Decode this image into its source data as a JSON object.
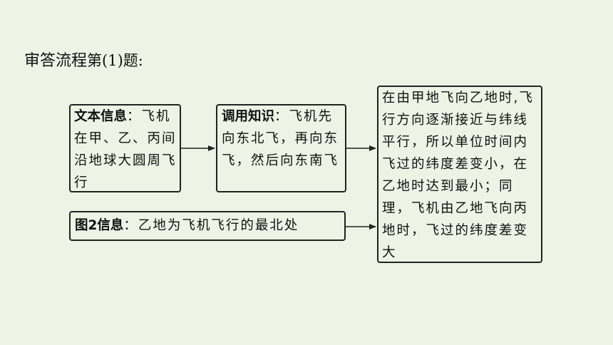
{
  "header": {
    "title_main": "审答流程",
    "title_sub": "第(1)题:"
  },
  "boxes": {
    "text_info": {
      "label": "文本信息",
      "colon": "：",
      "body": "飞机在甲、乙、丙间沿地球大圆周飞行"
    },
    "knowledge": {
      "label": "调用知识",
      "colon": "：",
      "body": "飞机先向东北飞，再向东飞，然后向东南飞"
    },
    "fig2_info": {
      "label": "图2信息",
      "colon": "：",
      "body": "乙地为飞机飞行的最北处"
    },
    "result": {
      "body": "在由甲地飞向乙地时,飞行方向逐渐接近与纬线平行，所以单位时间内飞过的纬度差变小，在乙地时达到最小；同理，飞机由乙地飞向丙地时，飞过的纬度差变大"
    }
  },
  "colors": {
    "background": "#eef3e6",
    "border": "#222222"
  }
}
